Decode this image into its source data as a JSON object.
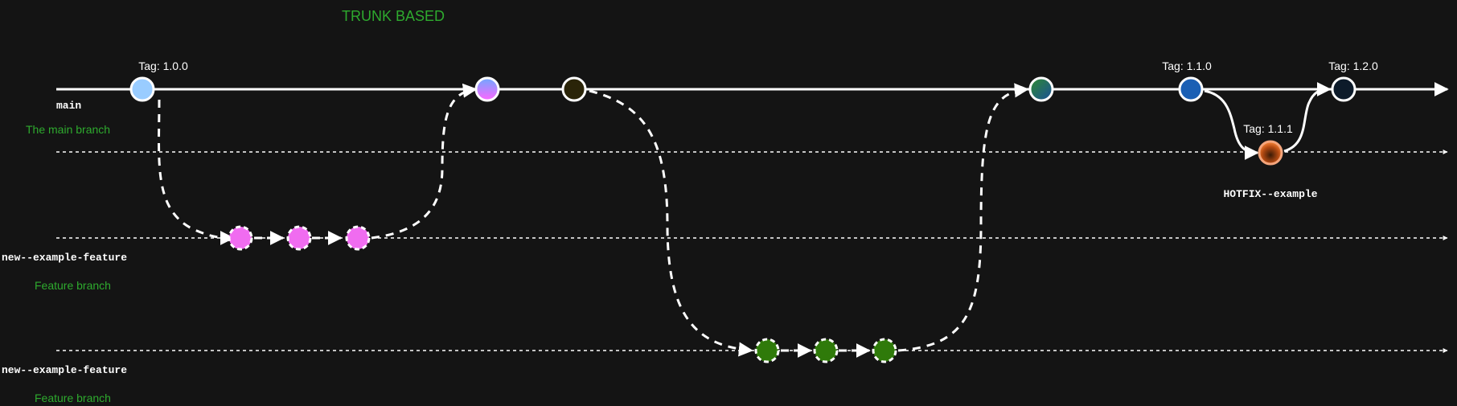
{
  "title": "TRUNK BASED",
  "colors": {
    "background": "#141414",
    "line": "#ffffff",
    "title": "#2eaa2e",
    "description": "#2eaa2e",
    "branch_name": "#ffffff",
    "tag": "#ffffff"
  },
  "branches": [
    {
      "name": "main",
      "description": "The main branch",
      "style": "solid"
    },
    {
      "name": "HOTFIX--example",
      "description": "",
      "style": "dotted"
    },
    {
      "name": "new--example-feature",
      "description": "Feature branch",
      "style": "dotted"
    },
    {
      "name": "new--example-feature",
      "description": "Feature branch",
      "style": "dotted"
    }
  ],
  "tags": [
    "Tag: 1.0.0",
    "Tag: 1.1.0",
    "Tag: 1.2.0",
    "Tag: 1.1.1"
  ],
  "commits": [
    {
      "branch": "main",
      "fill": "#99ccff",
      "tag": "Tag: 1.0.0"
    },
    {
      "branch": "main",
      "fill": "gradient-blue-pink"
    },
    {
      "branch": "main",
      "fill": "#2a2408"
    },
    {
      "branch": "main",
      "fill": "gradient-green-blue"
    },
    {
      "branch": "main",
      "fill": "#1a5fb4",
      "tag": "Tag: 1.1.0"
    },
    {
      "branch": "main",
      "fill": "#0d1b2a",
      "tag": "Tag: 1.2.0"
    },
    {
      "branch": "HOTFIX--example",
      "fill": "gradient-orange",
      "tag": "Tag: 1.1.1"
    },
    {
      "branch": "new--example-feature",
      "fill": "#f06cf0"
    },
    {
      "branch": "new--example-feature",
      "fill": "#f06cf0"
    },
    {
      "branch": "new--example-feature",
      "fill": "#f06cf0"
    },
    {
      "branch": "new--example-feature",
      "fill": "#2f7a0a"
    },
    {
      "branch": "new--example-feature",
      "fill": "#2f7a0a"
    },
    {
      "branch": "new--example-feature",
      "fill": "#2f7a0a"
    }
  ]
}
